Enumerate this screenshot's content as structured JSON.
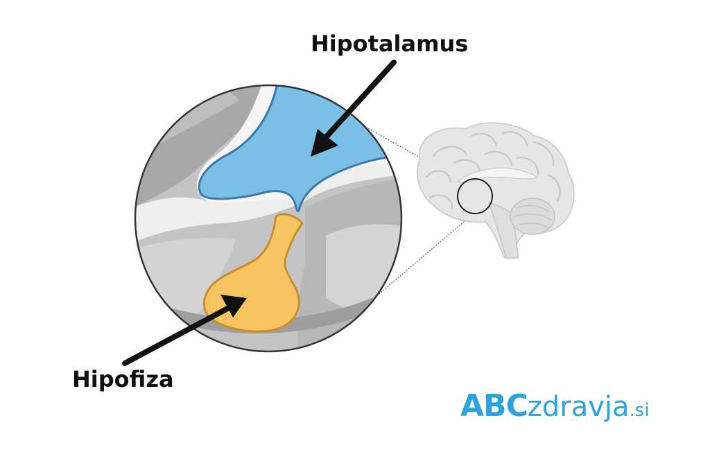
{
  "labels": {
    "hypothalamus": "Hipotalamus",
    "pituitary": "Hipofiza"
  },
  "logo": {
    "abc": "ABC",
    "middle": "zdravja",
    "tld": ".si",
    "color": "#2aa3df"
  },
  "colors": {
    "hypothalamus_fill": "#7ac0e6",
    "hypothalamus_outline": "#3a79a8",
    "pituitary_fill": "#f8c462",
    "pituitary_outline": "#c98e2c",
    "tissue_dark": "#a9a9a9",
    "tissue_mid": "#c6c6c6",
    "tissue_light": "#dcdcdc",
    "arrow": "#111111"
  }
}
